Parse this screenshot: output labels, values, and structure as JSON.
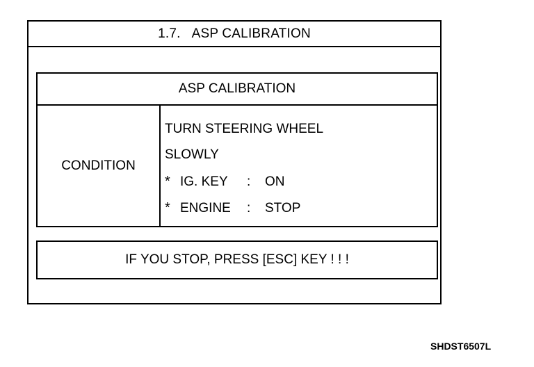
{
  "screen": {
    "number": "1.7.",
    "title": "ASP CALIBRATION"
  },
  "panel": {
    "title": "ASP CALIBRATION",
    "condition_label": "CONDITION",
    "instruction_line1": "TURN STEERING WHEEL",
    "instruction_line2": "SLOWLY",
    "checks": [
      {
        "bullet": "*",
        "label": "IG. KEY",
        "sep": ":",
        "value": "ON"
      },
      {
        "bullet": "*",
        "label": "ENGINE",
        "sep": ":",
        "value": "STOP"
      }
    ]
  },
  "message": "IF YOU STOP, PRESS [ESC] KEY ! ! !",
  "figure_code": "SHDST6507L"
}
